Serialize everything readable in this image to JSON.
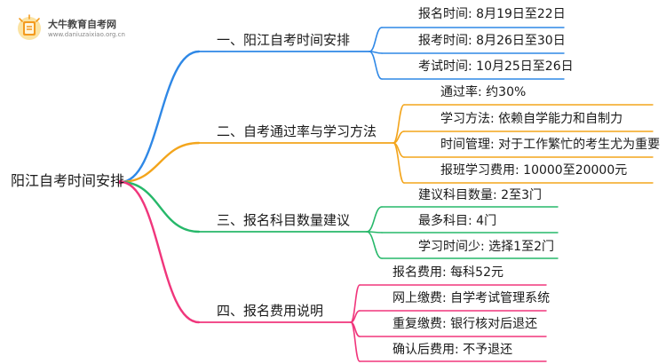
{
  "logo": {
    "title": "大牛教育自考网",
    "url": "www.daniuzaixiao.org.cn"
  },
  "colors": {
    "b1": "#2f88e6",
    "b2": "#f3a51c",
    "b3": "#27b86a",
    "b4": "#f0367c"
  },
  "root": "阳江自考时间安排",
  "branches": [
    {
      "label": "一、阳江自考时间安排",
      "leaves": [
        "报名时间: 8月19日至22日",
        "报考时间: 8月26日至30日",
        "考试时间: 10月25日至26日"
      ]
    },
    {
      "label": "二、自考通过率与学习方法",
      "leaves": [
        "通过率: 约30%",
        "学习方法: 依赖自学能力和自制力",
        "时间管理: 对于工作繁忙的考生尤为重要",
        "报班学习费用: 10000至20000元"
      ]
    },
    {
      "label": "三、报名科目数量建议",
      "leaves": [
        "建议科目数量: 2至3门",
        "最多科目: 4门",
        "学习时间少: 选择1至2门"
      ]
    },
    {
      "label": "四、报名费用说明",
      "leaves": [
        "报名费用: 每科52元",
        "网上缴费: 自学考试管理系统",
        "重复缴费: 银行核对后退还",
        "确认后费用: 不予退还"
      ]
    }
  ]
}
